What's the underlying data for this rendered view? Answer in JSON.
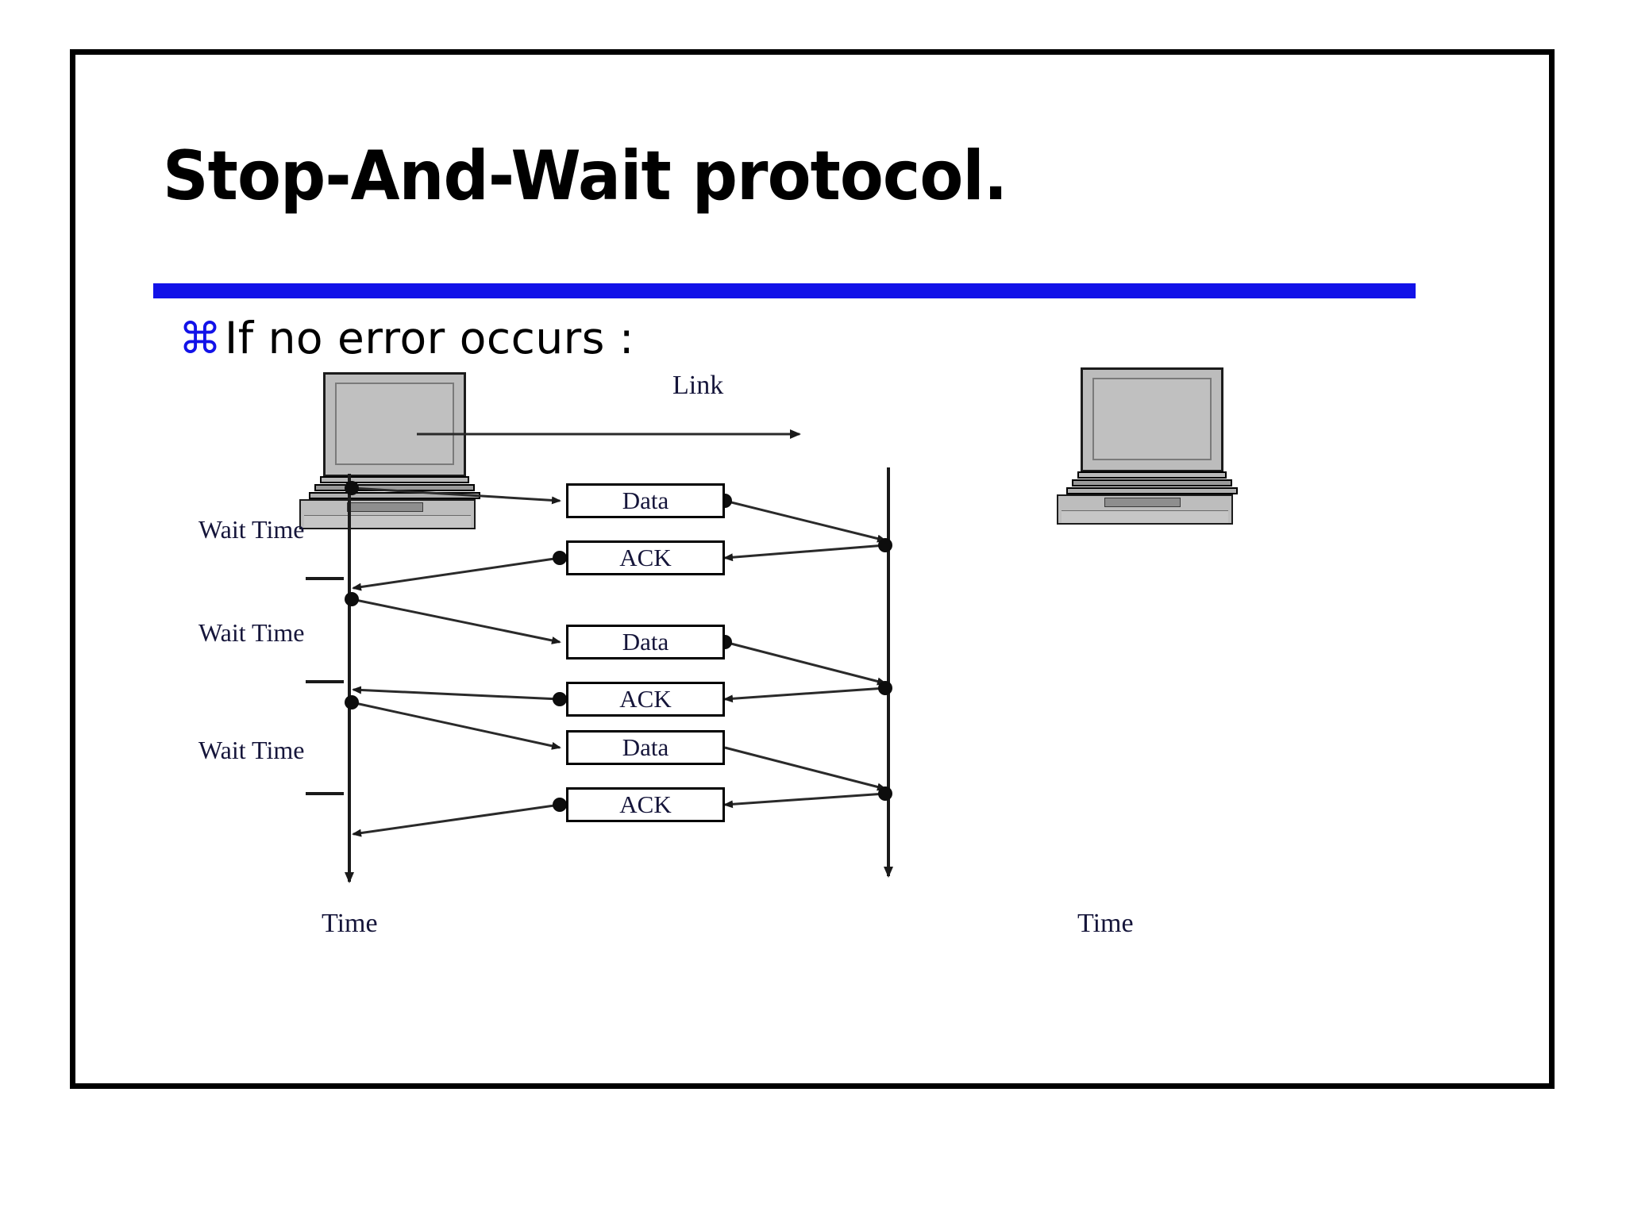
{
  "slide": {
    "title": "Stop-And-Wait protocol.",
    "rule_color": "#1212e8",
    "border_color": "#000000",
    "background": "#ffffff"
  },
  "bullet": {
    "glyph": "⌘",
    "glyph_name": "command-bullet-icon",
    "glyph_color": "#1212e8",
    "text": "If no error occurs :"
  },
  "diagram": {
    "link_label": "Link",
    "sender": {
      "device": "laptop",
      "timeline_label": "Time"
    },
    "receiver": {
      "device": "laptop",
      "timeline_label": "Time"
    },
    "wait_labels": [
      "Wait Time",
      "Wait Time",
      "Wait Time"
    ],
    "messages": [
      {
        "label": "Data",
        "kind": "data",
        "direction": "sender-to-receiver",
        "index": 1
      },
      {
        "label": "ACK",
        "kind": "ack",
        "direction": "receiver-to-sender",
        "index": 1
      },
      {
        "label": "Data",
        "kind": "data",
        "direction": "sender-to-receiver",
        "index": 2
      },
      {
        "label": "ACK",
        "kind": "ack",
        "direction": "receiver-to-sender",
        "index": 2
      },
      {
        "label": "Data",
        "kind": "data",
        "direction": "sender-to-receiver",
        "index": 3
      },
      {
        "label": "ACK",
        "kind": "ack",
        "direction": "receiver-to-sender",
        "index": 3
      }
    ]
  }
}
